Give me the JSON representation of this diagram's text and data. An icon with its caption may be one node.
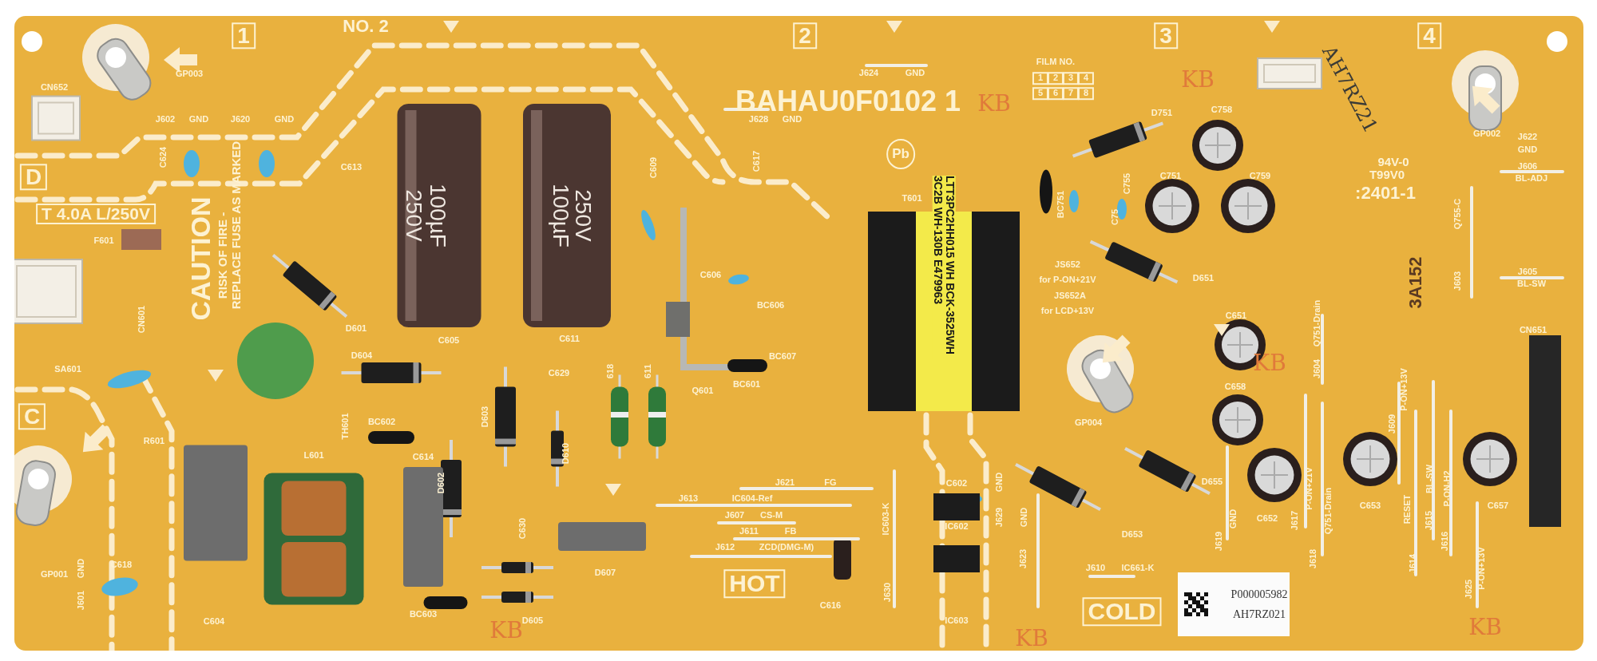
{
  "diagram": {
    "nodes": [
      {
        "text": [],
        "shape": "circle"
      },
      {
        "text": [],
        "shape": "box"
      },
      {
        "text": [],
        "shape": "box"
      },
      {
        "text": [],
        "shape": "bar"
      }
    ],
    "labels": [
      "1",
      "NO. 2",
      "2",
      "3",
      "4",
      "J624",
      "GND",
      "FILM NO.",
      "1",
      "2",
      "3",
      "4",
      "5",
      "6",
      "7",
      "8",
      "BAHAU0F0102 1",
      "GP003",
      "CN652",
      "J602",
      "GND",
      "J620",
      "GND",
      "J628",
      "GND",
      "D",
      "C624",
      "C613",
      "C609",
      "C617",
      "Pb",
      "D751",
      "C758",
      "T 4.0A L/250V",
      "F601",
      "CAUTION",
      "RISK OF FIRE -",
      "REPLACE FUSE AS MARKED",
      "C755",
      "C751",
      "C759",
      "T601",
      "BC751",
      "C75",
      "JS652",
      "for P-ON+21V",
      "JS652A",
      "for LCD+13V",
      "D651",
      "94V-0",
      "T99V0",
      ":2401-1",
      "GP002",
      "J622",
      "GND",
      "J606",
      "BL-ADJ",
      "Q755-C",
      "J603",
      "3A152",
      "J605",
      "BL-SW",
      "AH7RZ21",
      "250V",
      "100µF",
      "100µF",
      "250V",
      "LTT3PC2HH015 WH BCK-3525WH 3C2B WH-130B E479963",
      "C606",
      "BC606",
      "CN601",
      "D601",
      "C605",
      "C611",
      "BC607",
      "Q601",
      "BC601",
      "C651",
      "GP004",
      "Q751-Drain",
      "J604",
      "SA601",
      "D604",
      "C629",
      "618",
      "611",
      "C658",
      "R601",
      "TH601",
      "BC602",
      "L601",
      "C614",
      "D603",
      "D602",
      "D610",
      "C630",
      "D607",
      "D605",
      "BC603",
      "C604",
      "GP001",
      "GND",
      "J601",
      "C618",
      "C",
      "D655",
      "D653",
      "C652",
      "J619",
      "GND",
      "J617",
      "P-ON+21V",
      "J618",
      "Q751-Drain",
      "C653",
      "J609",
      "P-ON+13V",
      "J614",
      "RESET",
      "J615",
      "BL-SW",
      "J616",
      "P-ON-H2",
      "J625",
      "P-ON+13V",
      "C657",
      "CN651",
      "J621",
      "FG",
      "J613",
      "IC604-Ref",
      "J607",
      "CS-M",
      "J611",
      "FB",
      "J612",
      "ZCD(DMG-M)",
      "HOT",
      "C616",
      "IC603-K",
      "J630",
      "C602",
      "J629",
      "GND",
      "IC602",
      "IC603",
      "J623",
      "GND",
      "J610",
      "IC661-K",
      "COLD",
      "P000005982",
      "AH7RZ021",
      "KB",
      "KB",
      "KB",
      "KB",
      "KB",
      "KB"
    ]
  }
}
